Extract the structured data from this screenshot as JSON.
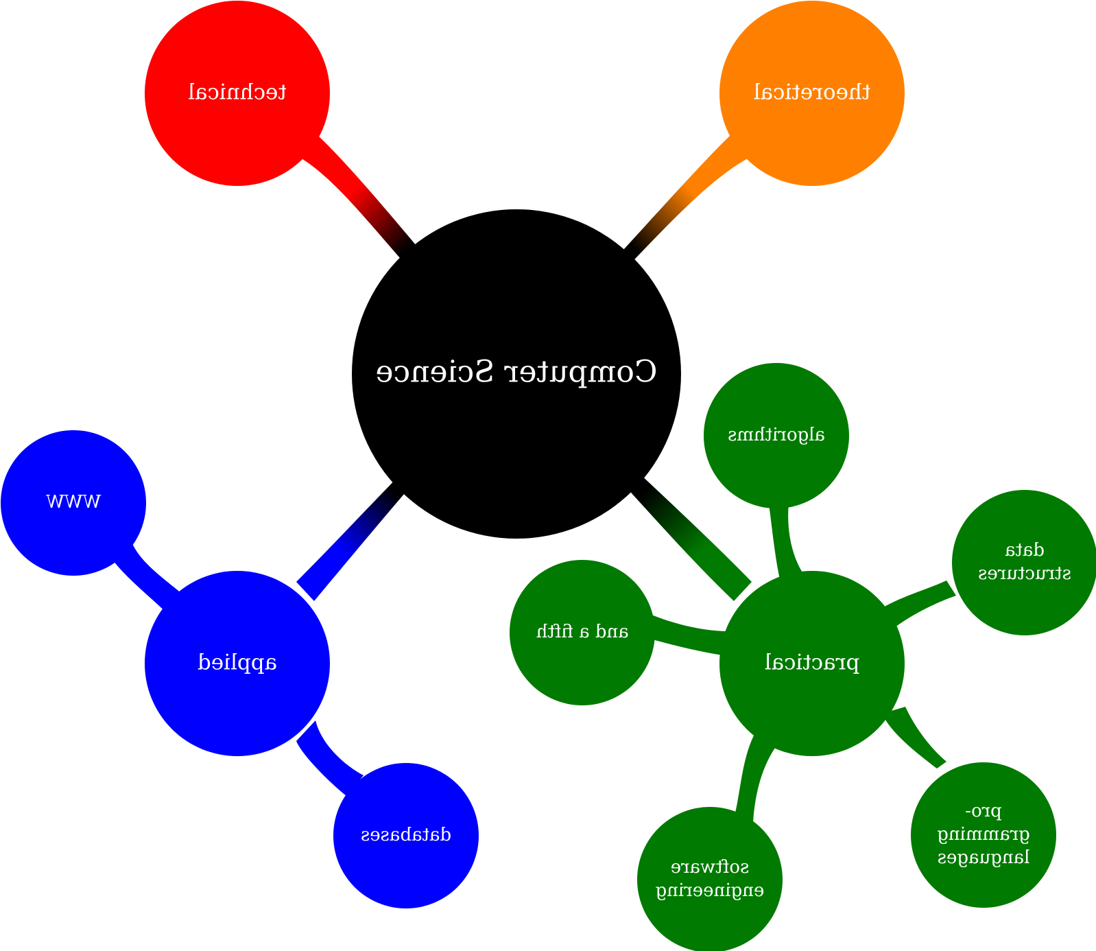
{
  "colors": {
    "root": "#000000",
    "technical": "#ff0000",
    "theoretical": "#ff8000",
    "applied": "#0000ff",
    "practical": "#007a00",
    "label": "#ffffff",
    "background": "#ffffff"
  },
  "mindmap": {
    "root": {
      "label": "Computer Science"
    },
    "technical": {
      "label": "technical"
    },
    "theoretical": {
      "label": "theoretical"
    },
    "applied": {
      "label": "applied",
      "children": [
        {
          "label_lines": [
            "WWW"
          ]
        },
        {
          "label_lines": [
            "databases"
          ]
        }
      ]
    },
    "practical": {
      "label": "practical",
      "children": [
        {
          "label_lines": [
            "algorithms"
          ]
        },
        {
          "label_lines": [
            "data",
            "structures"
          ]
        },
        {
          "label_lines": [
            "pro-",
            "gramming",
            "languages"
          ]
        },
        {
          "label_lines": [
            "software",
            "engineering"
          ]
        },
        {
          "label_lines": [
            "and a fifth"
          ]
        }
      ]
    }
  }
}
